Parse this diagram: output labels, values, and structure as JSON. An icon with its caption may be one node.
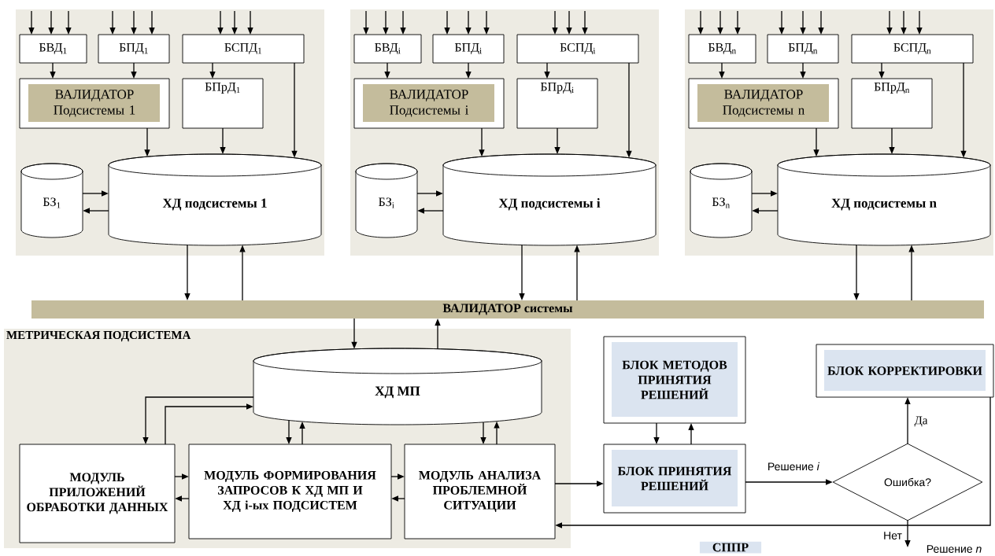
{
  "diagram": {
    "nodes": [
      {
        "text": [
          "БВД$_{1}$"
        ]
      },
      {
        "text": [
          "БПД$_{1}$"
        ]
      },
      {
        "text": [
          "БСПД$_{1}$"
        ]
      },
      {
        "text": [
          "ВАЛИДАТОР Подсистемы 1"
        ]
      },
      {
        "text": [
          "БПрД$_{1}$"
        ]
      },
      {
        "text": [
          "БЗ$_{1}$"
        ]
      },
      {
        "text": [
          "ХД подсистемы 1"
        ]
      },
      {
        "text": [
          "БВД$_{i}$"
        ]
      },
      {
        "text": [
          "БПД$_{i}$"
        ]
      },
      {
        "text": [
          "БСПД$_{i}$"
        ]
      },
      {
        "text": [
          "ВАЛИДАТОР Подсистемы i"
        ]
      },
      {
        "text": [
          "БПрД$_{i}$"
        ]
      },
      {
        "text": [
          "БЗ$_{i}$"
        ]
      },
      {
        "text": [
          "ХД подсистемы i"
        ]
      },
      {
        "text": [
          "БВД$_{n}$"
        ]
      },
      {
        "text": [
          "БПД$_{n}$"
        ]
      },
      {
        "text": [
          "БСПД$_{n}$"
        ]
      },
      {
        "text": [
          "ВАЛИДАТОР Подсистемы n"
        ]
      },
      {
        "text": [
          "БПрД$_{n}$"
        ]
      },
      {
        "text": [
          "БЗ$_{n}$"
        ]
      },
      {
        "text": [
          "ХД подсистемы n"
        ]
      },
      {
        "text": [
          "ВАЛИДАТОР системы"
        ]
      },
      {
        "text": [
          "МЕТРИЧЕСКАЯ ПОДСИСТЕМА"
        ]
      },
      {
        "text": [
          "ХД МП"
        ],
        "in": 22
      },
      {
        "text": [
          "МОДУЛЬ ПРИЛОЖЕНИЙ ОБРАБОТКИ ДАННЫХ"
        ],
        "in": 22
      },
      {
        "text": [
          "МОДУЛЬ ФОРМИРОВАНИЯ ЗАПРОСОВ К ХД МП И ХД i-ых ПОДСИСТЕМ"
        ],
        "in": 22
      },
      {
        "text": [
          "МОДУЛЬ АНАЛИЗА ПРОБЛЕМНОЙ СИТУАЦИИ"
        ],
        "in": 22
      },
      {
        "text": [
          "БЛОК МЕТОДОВ ПРИНЯТИЯ РЕШЕНИЙ"
        ]
      },
      {
        "text": [
          "БЛОК КОРРЕКТИРОВКИ"
        ]
      },
      {
        "text": [
          "БЛОК ПРИНЯТИЯ РЕШЕНИЙ"
        ]
      },
      {
        "text": [
          "Ошибка?"
        ]
      }
    ],
    "edges": [
      {
        "from": null,
        "to": 0,
        "arrow": "to"
      },
      {
        "from": null,
        "to": 0,
        "arrow": "to"
      },
      {
        "from": null,
        "to": 0,
        "arrow": "to"
      },
      {
        "from": null,
        "to": 1,
        "arrow": "to"
      },
      {
        "from": null,
        "to": 1,
        "arrow": "to"
      },
      {
        "from": null,
        "to": 1,
        "arrow": "to"
      },
      {
        "from": null,
        "to": 2,
        "arrow": "to"
      },
      {
        "from": null,
        "to": 2,
        "arrow": "to"
      },
      {
        "from": null,
        "to": 2,
        "arrow": "to"
      },
      {
        "from": 0,
        "to": 3,
        "arrow": "to"
      },
      {
        "from": 1,
        "to": 3,
        "arrow": "to"
      },
      {
        "from": 2,
        "to": 4,
        "arrow": "to"
      },
      {
        "from": 3,
        "to": 6,
        "arrow": "to"
      },
      {
        "from": 4,
        "to": 6,
        "arrow": "to"
      },
      {
        "from": 2,
        "to": 6,
        "arrow": "to"
      },
      {
        "from": 5,
        "to": 6,
        "arrow": "to"
      },
      {
        "from": 6,
        "to": 5,
        "arrow": "to"
      },
      {
        "from": 6,
        "to": 21,
        "arrow": "to"
      },
      {
        "from": 21,
        "to": 6,
        "arrow": "to"
      },
      {
        "from": null,
        "to": 7,
        "arrow": "to"
      },
      {
        "from": null,
        "to": 7,
        "arrow": "to"
      },
      {
        "from": null,
        "to": 7,
        "arrow": "to"
      },
      {
        "from": null,
        "to": 8,
        "arrow": "to"
      },
      {
        "from": null,
        "to": 8,
        "arrow": "to"
      },
      {
        "from": null,
        "to": 8,
        "arrow": "to"
      },
      {
        "from": null,
        "to": 9,
        "arrow": "to"
      },
      {
        "from": null,
        "to": 9,
        "arrow": "to"
      },
      {
        "from": null,
        "to": 9,
        "arrow": "to"
      },
      {
        "from": 7,
        "to": 10,
        "arrow": "to"
      },
      {
        "from": 8,
        "to": 10,
        "arrow": "to"
      },
      {
        "from": 9,
        "to": 11,
        "arrow": "to"
      },
      {
        "from": 10,
        "to": 13,
        "arrow": "to"
      },
      {
        "from": 11,
        "to": 13,
        "arrow": "to"
      },
      {
        "from": 9,
        "to": 13,
        "arrow": "to"
      },
      {
        "from": 12,
        "to": 13,
        "arrow": "to"
      },
      {
        "from": 13,
        "to": 12,
        "arrow": "to"
      },
      {
        "from": 13,
        "to": 21,
        "arrow": "to"
      },
      {
        "from": 21,
        "to": 13,
        "arrow": "to"
      },
      {
        "from": null,
        "to": 14,
        "arrow": "to"
      },
      {
        "from": null,
        "to": 14,
        "arrow": "to"
      },
      {
        "from": null,
        "to": 14,
        "arrow": "to"
      },
      {
        "from": null,
        "to": 15,
        "arrow": "to"
      },
      {
        "from": null,
        "to": 15,
        "arrow": "to"
      },
      {
        "from": null,
        "to": 15,
        "arrow": "to"
      },
      {
        "from": null,
        "to": 16,
        "arrow": "to"
      },
      {
        "from": null,
        "to": 16,
        "arrow": "to"
      },
      {
        "from": null,
        "to": 16,
        "arrow": "to"
      },
      {
        "from": 14,
        "to": 17,
        "arrow": "to"
      },
      {
        "from": 15,
        "to": 17,
        "arrow": "to"
      },
      {
        "from": 16,
        "to": 18,
        "arrow": "to"
      },
      {
        "from": 17,
        "to": 20,
        "arrow": "to"
      },
      {
        "from": 18,
        "to": 20,
        "arrow": "to"
      },
      {
        "from": 16,
        "to": 20,
        "arrow": "to"
      },
      {
        "from": 19,
        "to": 20,
        "arrow": "to"
      },
      {
        "from": 20,
        "to": 19,
        "arrow": "to"
      },
      {
        "from": 20,
        "to": 21,
        "arrow": "to"
      },
      {
        "from": 21,
        "to": 20,
        "arrow": "to"
      },
      {
        "from": 21,
        "to": 23,
        "arrow": "to"
      },
      {
        "from": 23,
        "to": 21,
        "arrow": "to"
      },
      {
        "from": 23,
        "to": 24,
        "arrow": "to"
      },
      {
        "from": 24,
        "to": 23,
        "arrow": "to"
      },
      {
        "from": 23,
        "to": 25,
        "arrow": "to"
      },
      {
        "from": 25,
        "to": 23,
        "arrow": "to"
      },
      {
        "from": 23,
        "to": 26,
        "arrow": "to"
      },
      {
        "from": 26,
        "to": 23,
        "arrow": "to"
      },
      {
        "from": 24,
        "to": 25,
        "arrow": "to"
      },
      {
        "from": 25,
        "to": 24,
        "arrow": "to"
      },
      {
        "from": 25,
        "to": 26,
        "arrow": "to"
      },
      {
        "from": 26,
        "to": 25,
        "arrow": "to"
      },
      {
        "from": 26,
        "to": 29,
        "arrow": "to"
      },
      {
        "from": 27,
        "to": 29,
        "arrow": "to"
      },
      {
        "from": 29,
        "to": 27,
        "arrow": "to"
      },
      {
        "from": 29,
        "to": 30,
        "arrow": "to",
        "label": "Решение *i*"
      },
      {
        "from": 30,
        "to": 28,
        "arrow": "to",
        "label": "Да"
      },
      {
        "from": 30,
        "to": null,
        "arrow": "to",
        "label": "Нет"
      },
      {
        "from": 28,
        "to": 26,
        "arrow": "to"
      }
    ],
    "labels": [
      "СППР",
      "Решение *n*"
    ]
  }
}
